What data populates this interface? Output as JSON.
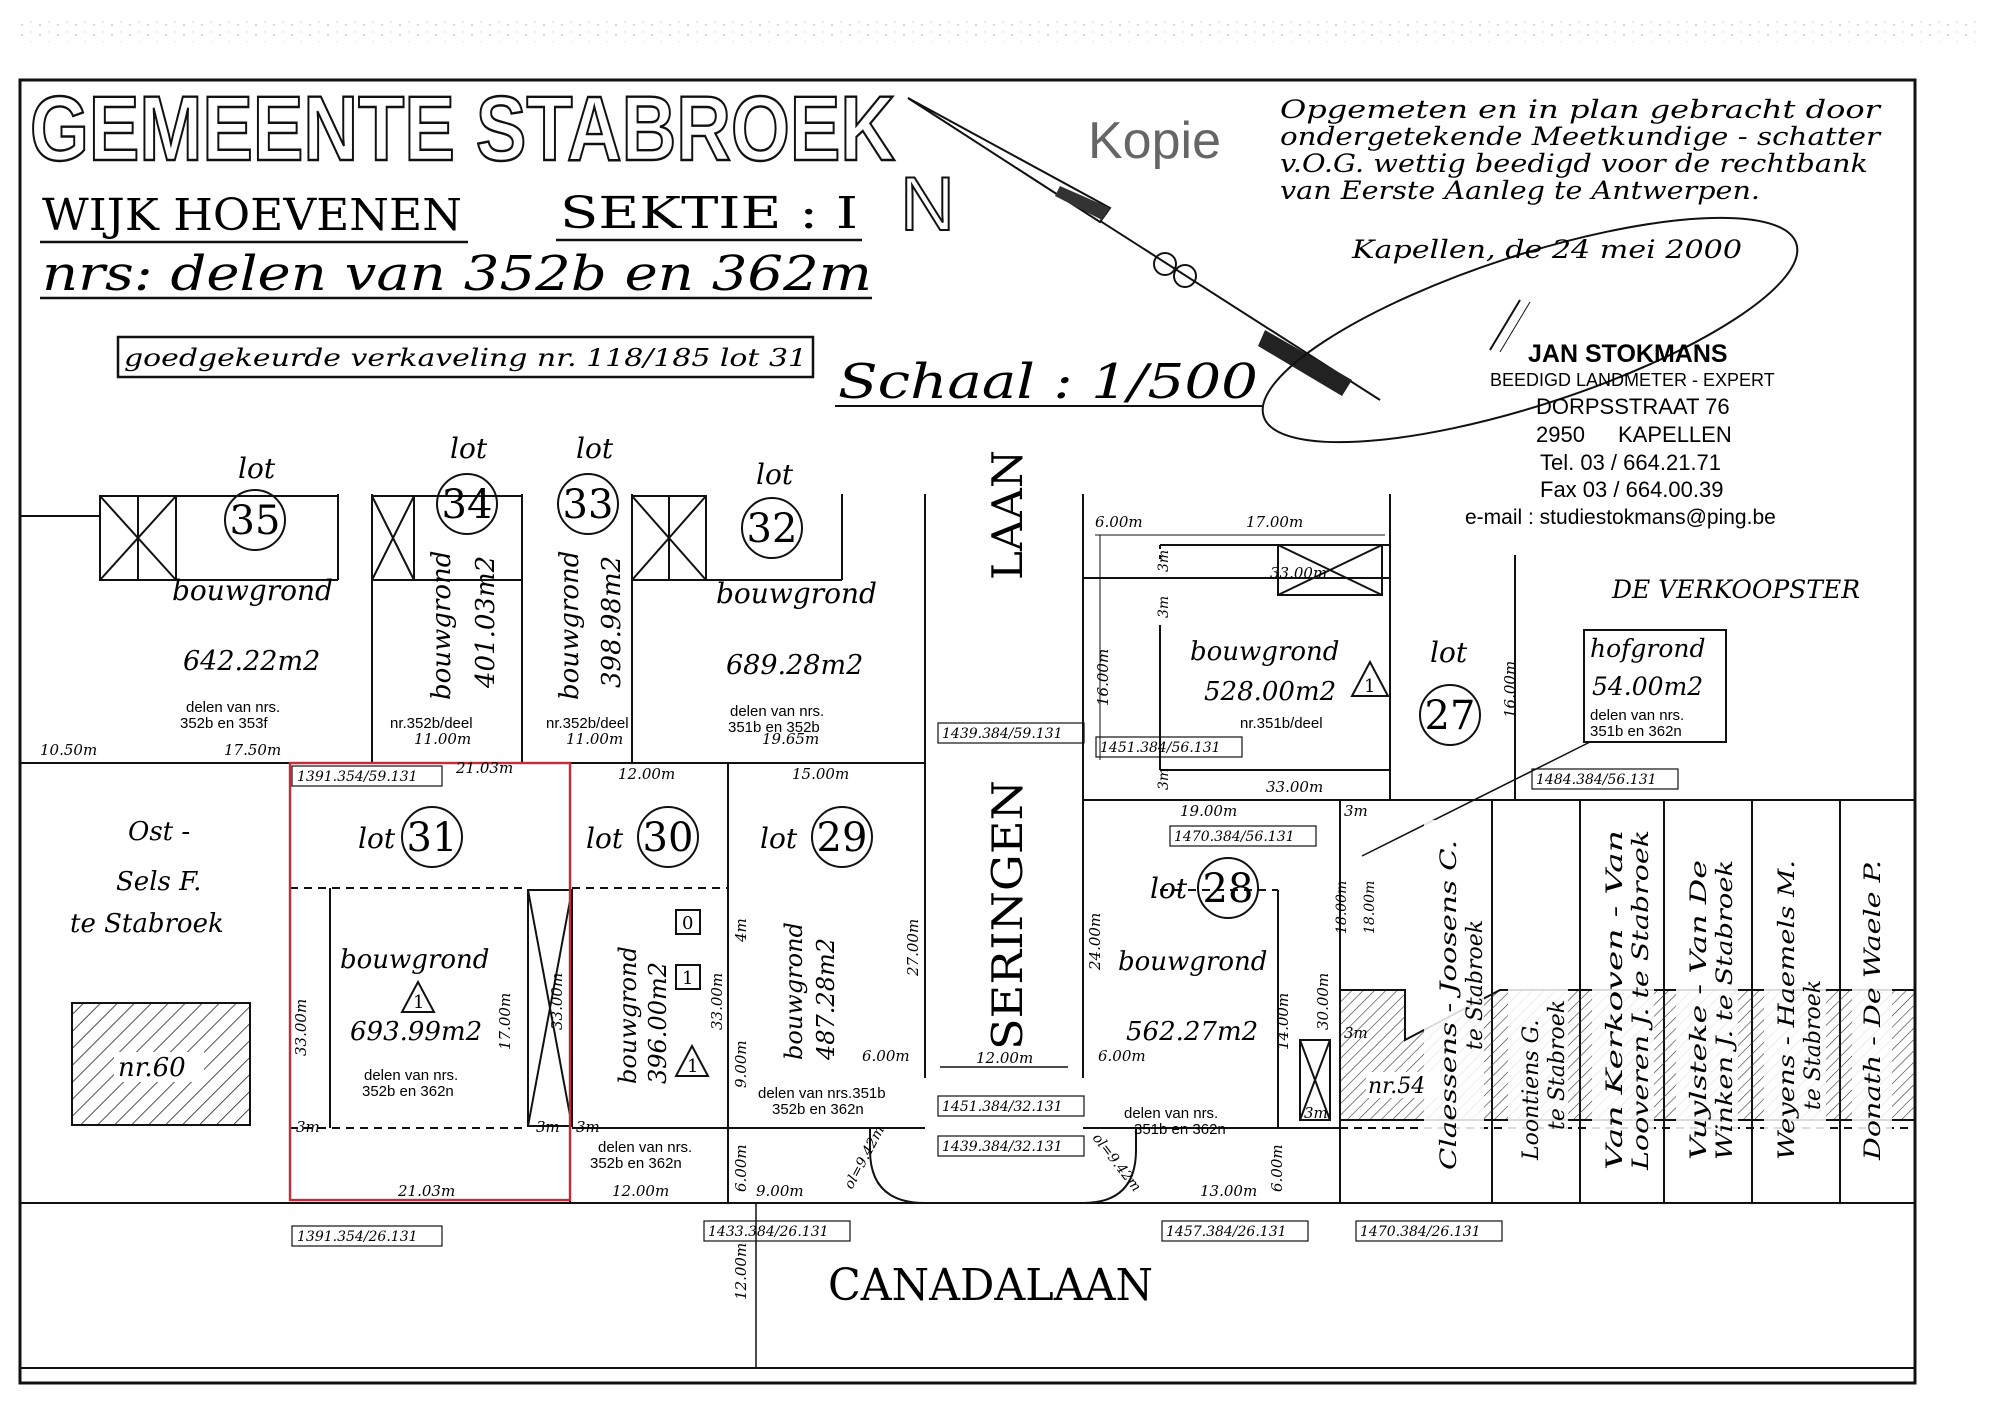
{
  "header": {
    "title": "GEMEENTE STABROEK",
    "wijk": "WIJK HOEVENEN",
    "sektie": "SEKTIE : I",
    "numbers": "nrs: delen van 352b en 362m",
    "approval": "goedgekeurde verkaveling nr. 118/185 lot 31",
    "scale": "Schaal : 1/500",
    "stamp": "Kopie",
    "north": "N"
  },
  "surveyor_note": {
    "lines": [
      "Opgemeten en in plan gebracht door",
      "ondergetekende Meetkundige - schatter",
      "v.O.G. wettig beedigd voor de rechtbank",
      "van Eerste Aanleg te Antwerpen."
    ],
    "date": "Kapellen, de 24 mei 2000"
  },
  "surveyor_stamp": {
    "name": "JAN STOKMANS",
    "title": "BEEDIGD LANDMETER - EXPERT",
    "street": "DORPSSTRAAT 76",
    "postcode": "2950",
    "city": "KAPELLEN",
    "tel": "Tel. 03 / 664.21.71",
    "fax": "Fax 03 / 664.00.39",
    "email": "e-mail : studiestokmans@ping.be"
  },
  "streets": {
    "laan": "LAAN",
    "seringen": "SERINGEN",
    "canadalaan": "CANADALAAN"
  },
  "lot_word": "lot",
  "lots": {
    "l35": {
      "num": "35",
      "use": "bouwgrond",
      "area": "642.22m2",
      "parcels": [
        "delen van nrs.",
        "352b en 353f"
      ]
    },
    "l34": {
      "num": "34",
      "use": "bouwgrond",
      "area": "401.03m2",
      "parcels": [
        "nr.352b/deel"
      ]
    },
    "l33": {
      "num": "33",
      "use": "bouwgrond",
      "area": "398.98m2",
      "parcels": [
        "nr.352b/deel"
      ]
    },
    "l32": {
      "num": "32",
      "use": "bouwgrond",
      "area": "689.28m2",
      "parcels": [
        "delen van nrs.",
        "351b en 352b"
      ]
    },
    "l31": {
      "num": "31",
      "use": "bouwgrond",
      "area": "693.99m2",
      "parcels": [
        "delen van nrs.",
        "352b en 362n"
      ]
    },
    "l30": {
      "num": "30",
      "use": "bouwgrond",
      "area": "396.00m2",
      "parcels": [
        "delen van nrs.",
        "352b en 362n"
      ]
    },
    "l29": {
      "num": "29",
      "use": "bouwgrond",
      "area": "487.28m2",
      "parcels": [
        "delen van nrs.351b",
        "352b en 362n"
      ]
    },
    "l28": {
      "num": "28",
      "use": "bouwgrond",
      "area": "562.27m2",
      "parcels": [
        "delen van nrs.",
        "351b en 362n"
      ]
    },
    "l27": {
      "num": "27",
      "use": "bouwgrond",
      "area": "528.00m2",
      "parcels": [
        "nr.351b/deel"
      ]
    }
  },
  "seller": "DE VERKOOPSTER",
  "hofgrond": {
    "title": "hofgrond",
    "area": "54.00m2",
    "parcels": [
      "delen van nrs.",
      "351b en 362n"
    ]
  },
  "owners": {
    "ost": [
      "Ost -",
      "Sels F.",
      "te Stabroek"
    ],
    "nr60": "nr.60",
    "nr54": "nr.54",
    "neighbours": [
      {
        "l1": "Claessens - Joosens C.",
        "l2": "te Stabroek"
      },
      {
        "l1": "Loontiens G.",
        "l2": "te Stabroek"
      },
      {
        "l1": "Van Kerkoven - Van",
        "l2": "Looveren J. te Stabroek"
      },
      {
        "l1": "Vuylsteke - Van De",
        "l2": "Winken J. te Stabroek"
      },
      {
        "l1": "Weyens - Haemels M.",
        "l2": "te Stabroek"
      },
      {
        "l1": "Donath - De Waele P.",
        "l2": ""
      }
    ]
  },
  "markers": {
    "triangle": "1",
    "box0": "0",
    "box1": "1"
  },
  "coords": {
    "c1": "1391.354/59.131",
    "c2": "1439.384/59.131",
    "c3": "1451.384/56.131",
    "c4": "1484.384/56.131",
    "c5": "1470.384/56.131",
    "c6": "1451.384/32.131",
    "c7": "1439.384/32.131",
    "c8": "1391.354/26.131",
    "c9": "1433.384/26.131",
    "c10": "1457.384/26.131",
    "c11": "1470.384/26.131"
  },
  "dims": {
    "d1050": "10.50m",
    "d1750": "17.50m",
    "d1100a": "11.00m",
    "d1100b": "11.00m",
    "d1965": "19.65m",
    "d600a": "6.00m",
    "d1700a": "17.00m",
    "d33a": "33.00m",
    "d1600a": "16.00m",
    "d1600b": "16.00m",
    "d3ma": "3m",
    "d3mb": "3m",
    "d3mc": "3m",
    "d33b": "33.00m",
    "d1900": "19.00m",
    "d2103a": "21.03m",
    "d1200a": "12.00m",
    "d1500": "15.00m",
    "d3300c": "33.00m",
    "d1700b": "17.00m",
    "d3300d": "33.00m",
    "d3300e": "33.00m",
    "d4m": "4m",
    "d900a": "9.00m",
    "d600b": "6.00m",
    "d2700": "27.00m",
    "d600c": "6.00m",
    "d1200b": "12.00m",
    "d600d": "6.00m",
    "d2400": "24.00m",
    "d3000": "30.00m",
    "d1400": "14.00m",
    "d1800a": "18.00m",
    "d1800b": "18.00m",
    "d3md": "3m",
    "d3me": "3m",
    "d3mf": "3m",
    "d3mg": "3m",
    "d3mh": "3m",
    "d3mi": "3m",
    "d2103b": "21.03m",
    "d1200c": "12.00m",
    "d900b": "9.00m",
    "d600e": "6.00m",
    "d1300": "13.00m",
    "d1200d": "12.00m",
    "arc1": "ol=9.42m",
    "arc2": "ol=9.42m"
  }
}
